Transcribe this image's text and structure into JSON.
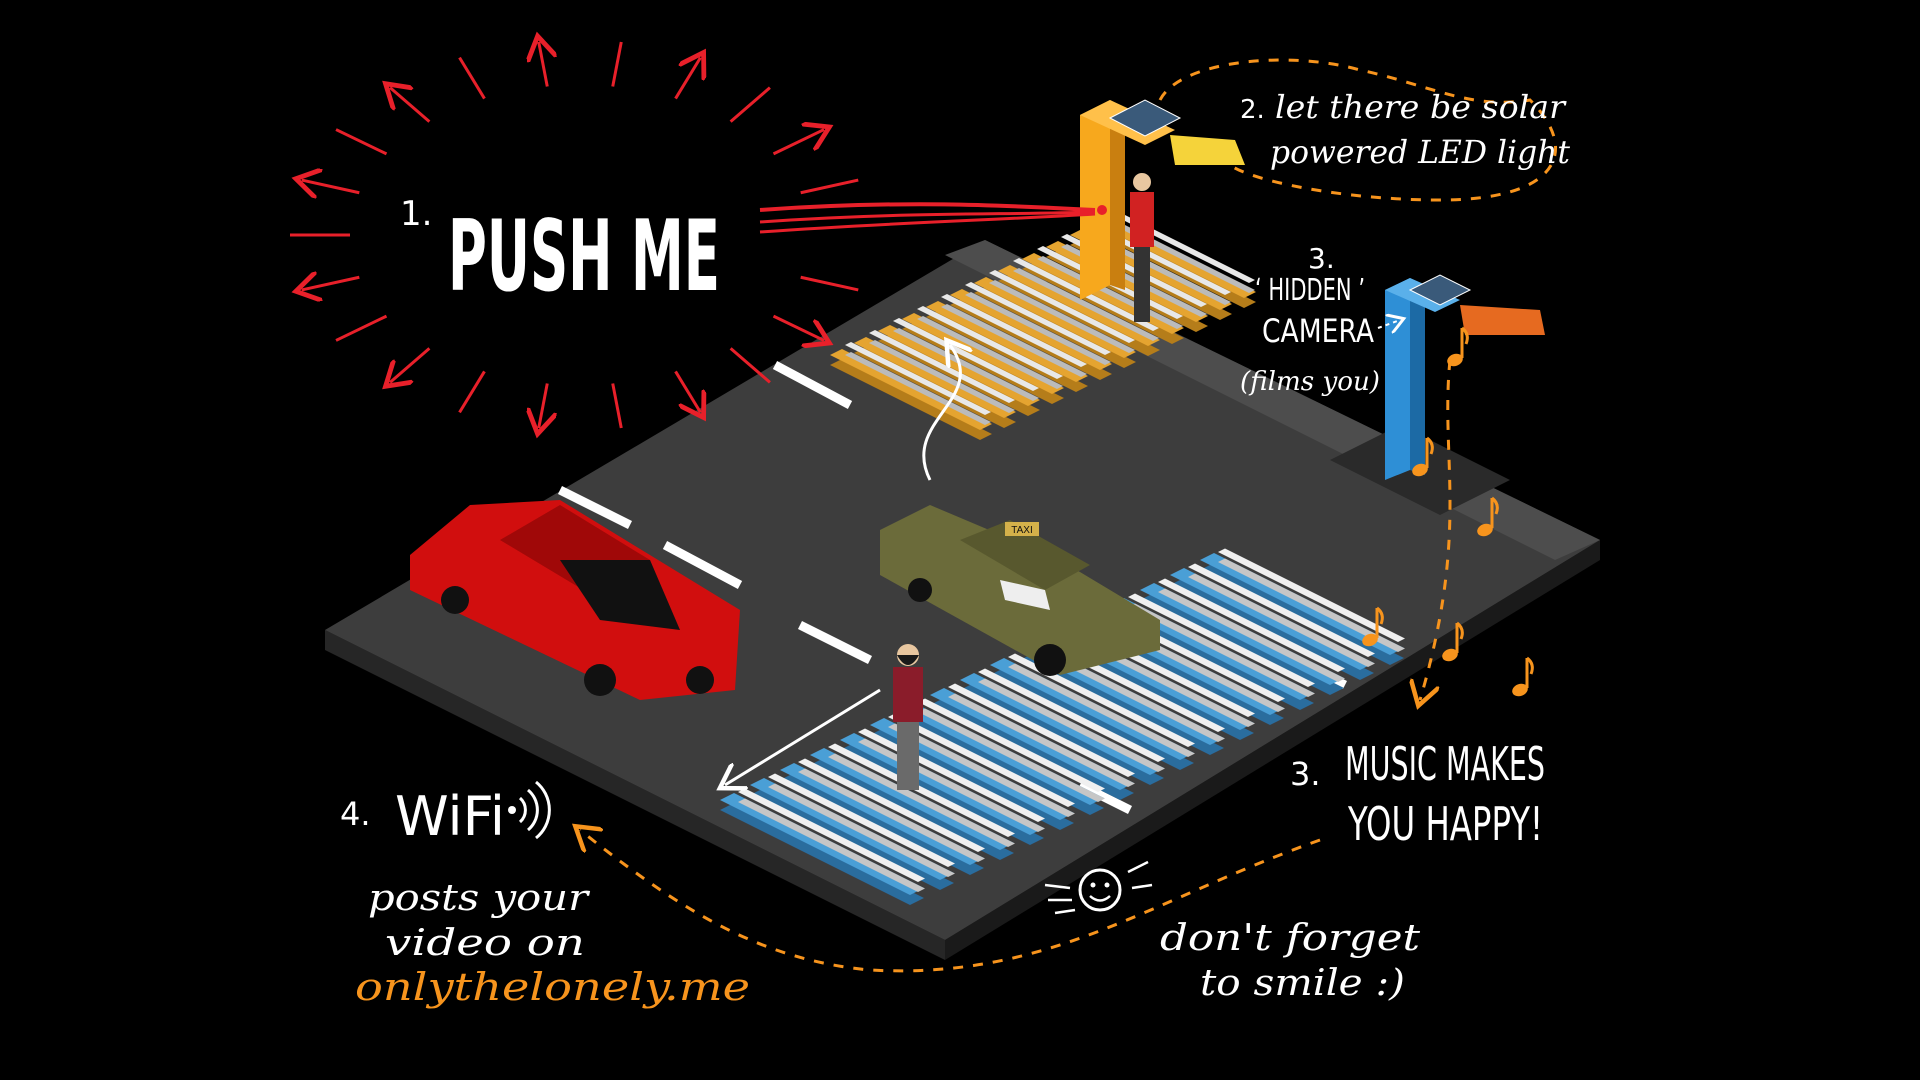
{
  "colors": {
    "background": "#000000",
    "road": "#3b3b3b",
    "sidewalk": "#4a4a4a",
    "annotation_orange": "#f7941d",
    "annotation_red": "#e8202a",
    "crossing_blue": "#4a9fd6",
    "crossing_yellow": "#e5a430",
    "lamp_orange": "#f7a81d",
    "lamp_blue": "#2e8fd6",
    "red_car": "#d10e0e",
    "taxi": "#6b6b3a"
  },
  "labels": {
    "push_number": "1.",
    "push_text": "PUSH ME",
    "solar_number": "2.",
    "solar_line1": "let there be solar",
    "solar_line2": "powered LED light",
    "camera_number": "3.",
    "camera_line1": "‘ HIDDEN ’",
    "camera_line2": "CAMERA",
    "camera_line3": "(films you)",
    "music_number": "3.",
    "music_line1": "MUSIC MAKES",
    "music_line2": "YOU HAPPY!",
    "wifi_number": "4.",
    "wifi_text": "WiFi",
    "wifi_line1": "posts your",
    "wifi_line2": "video on",
    "wifi_site": "onlythelonely.me",
    "smile_line1": "don't forget",
    "smile_line2": "to smile :)",
    "taxi_sign": "TAXI"
  },
  "icons": {
    "wifi": "wifi-icon",
    "smiley": "smiley-icon",
    "music_note": "music-note-icon"
  }
}
